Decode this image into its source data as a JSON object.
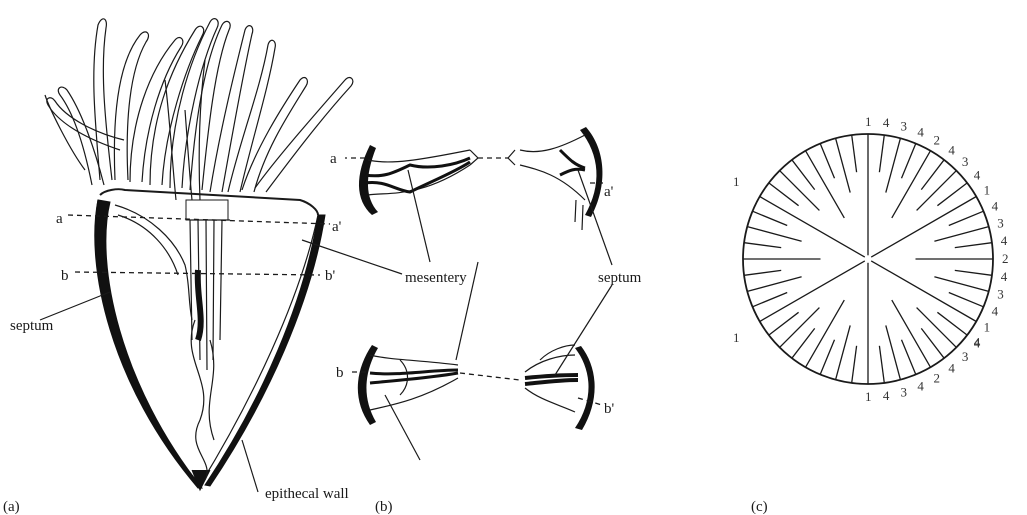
{
  "panels": {
    "a": {
      "caption": "(a)",
      "labels": {
        "a": "a",
        "a_prime": "a'",
        "b": "b",
        "b_prime": "b'",
        "septum": "septum",
        "mesentery": "mesentery",
        "epithecal_wall": "epithecal wall"
      }
    },
    "b": {
      "caption": "(b)",
      "labels": {
        "a": "a",
        "a_prime": "a'",
        "b": "b",
        "b_prime": "b'",
        "septum": "septum"
      }
    },
    "c": {
      "caption": "(c)",
      "top_numbers": [
        "1",
        "4",
        "3",
        "4",
        "2",
        "4",
        "3",
        "4",
        "1",
        "4",
        "3",
        "4",
        "2",
        "4",
        "3",
        "4",
        "1",
        "4"
      ],
      "bottom_numbers": [
        "1",
        "4",
        "3",
        "4",
        "2",
        "4",
        "3",
        "4"
      ],
      "left_numbers": [
        "1",
        "1"
      ]
    }
  }
}
